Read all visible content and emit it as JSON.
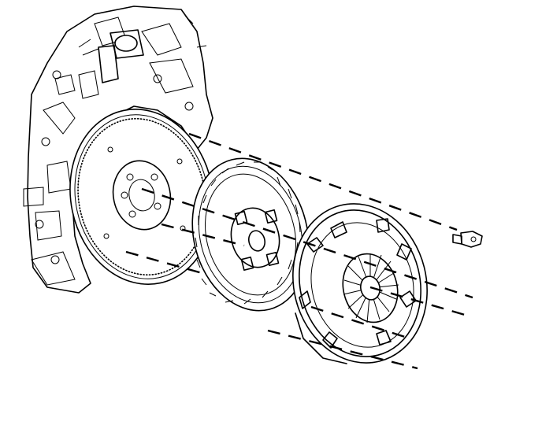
{
  "figure": {
    "kind": "exploded-view line illustration",
    "colors": {
      "ink": "#000000",
      "background": "#ffffff"
    },
    "parts": [
      {
        "id": "engine-block"
      },
      {
        "id": "flywheel"
      },
      {
        "id": "clutch-disc"
      },
      {
        "id": "pressure-plate"
      },
      {
        "id": "pressure-plate-bolt"
      }
    ]
  }
}
